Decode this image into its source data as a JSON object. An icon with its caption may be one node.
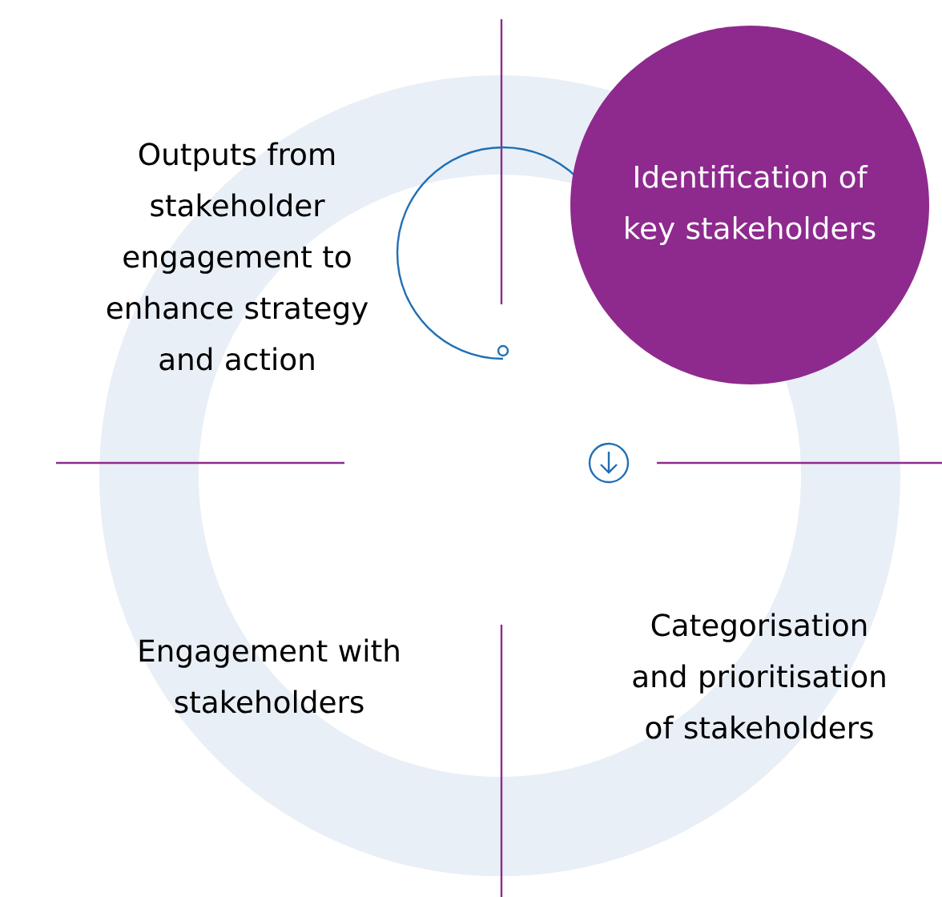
{
  "diagram": {
    "nodes": [
      {
        "text": [
          "Identification of key stakeholders"
        ]
      }
    ],
    "labels": [
      "Outputs from stakeholder engagement to enhance strategy and action",
      "Engagement with stakeholders",
      "Categorisation and prioritisation of stakeholders"
    ]
  }
}
